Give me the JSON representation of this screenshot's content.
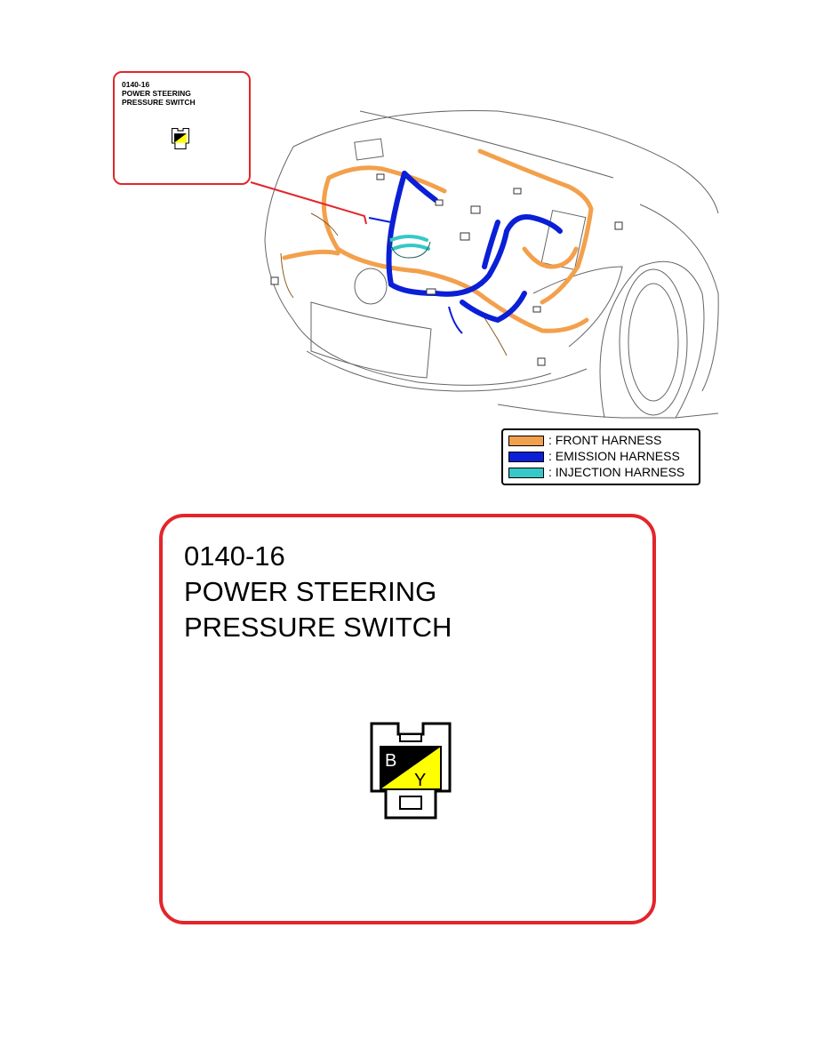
{
  "callout": {
    "code": "0140-16",
    "name_line1": "POWER STEERING",
    "name_line2": "PRESSURE SWITCH"
  },
  "connector": {
    "pins": [
      {
        "letter": "B",
        "wire_color": "#000000"
      },
      {
        "letter": "Y",
        "wire_color": "#ffff00"
      }
    ]
  },
  "legend": {
    "items": [
      {
        "label": ": FRONT HARNESS",
        "color": "#f3a04c"
      },
      {
        "label": ": EMISSION HARNESS",
        "color": "#0a1fd6"
      },
      {
        "label": ": INJECTION HARNESS",
        "color": "#36c8c8"
      }
    ]
  },
  "colors": {
    "callout_border": "#e3252b",
    "leader_line": "#e3252b",
    "car_outline": "#666666"
  }
}
